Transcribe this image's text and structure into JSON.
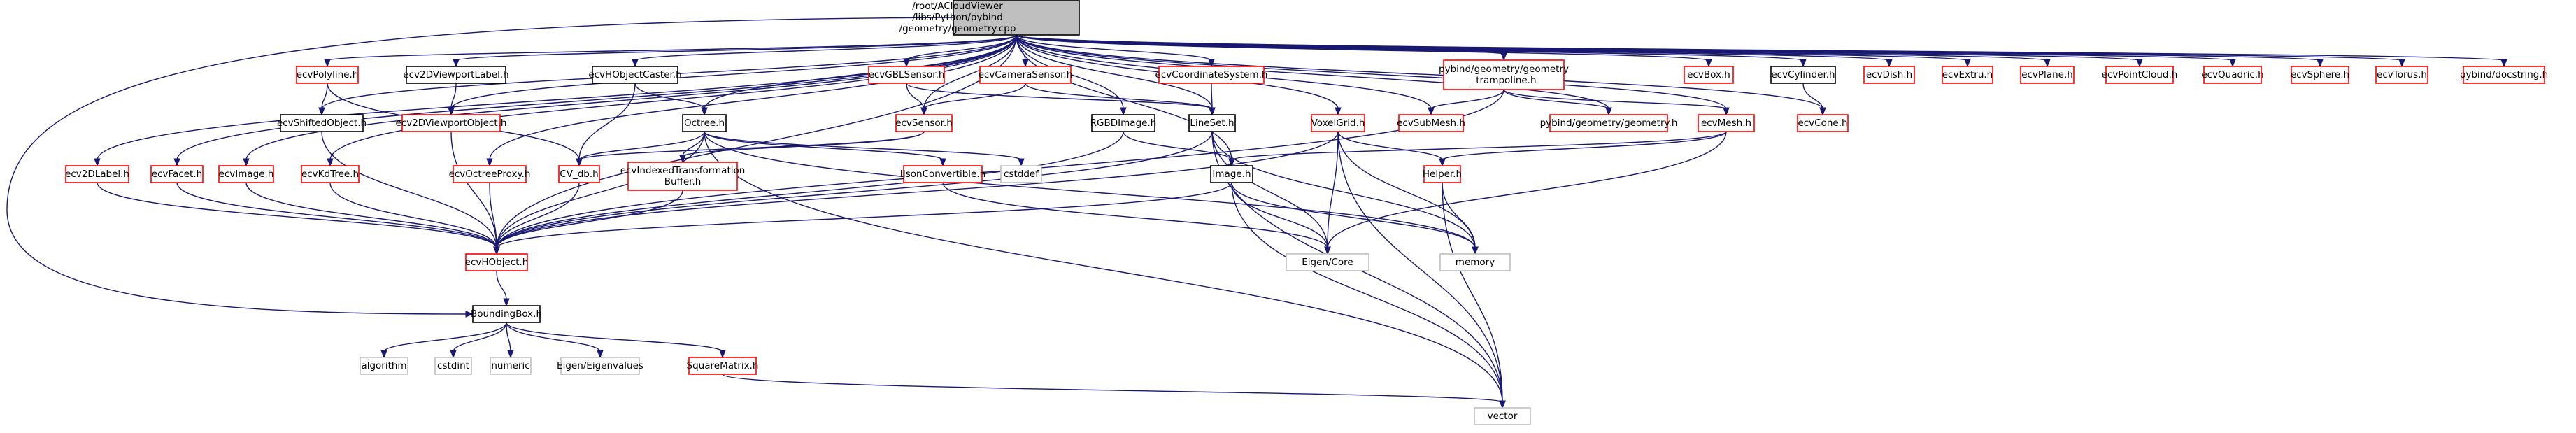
{
  "title": "Include dependency graph for geometry.cpp",
  "legend": {
    "root_fill": "#bfbfbf",
    "documented_border": "#000000",
    "undocumented_border": "#ff0000",
    "system_border": "#bfbfbf",
    "edge_color": "#191970"
  },
  "nodes": [
    {
      "id": "root",
      "label": [
        "/root/ACloudViewer",
        "/libs/Python/pybind",
        "/geometry/geometry.cpp"
      ],
      "kind": "root"
    },
    {
      "id": "ecvPolyline",
      "label": [
        "ecvPolyline.h"
      ],
      "kind": "red"
    },
    {
      "id": "ecv2DViewportLabel",
      "label": [
        "ecv2DViewportLabel.h"
      ],
      "kind": "black"
    },
    {
      "id": "ecvHObjectCaster",
      "label": [
        "ecvHObjectCaster.h"
      ],
      "kind": "black"
    },
    {
      "id": "ecvGBLSensor",
      "label": [
        "ecvGBLSensor.h"
      ],
      "kind": "red"
    },
    {
      "id": "ecvCameraSensor",
      "label": [
        "ecvCameraSensor.h"
      ],
      "kind": "red"
    },
    {
      "id": "ecvCoordinateSystem",
      "label": [
        "ecvCoordinateSystem.h"
      ],
      "kind": "red"
    },
    {
      "id": "trampoline",
      "label": [
        "pybind/geometry/geometry",
        "_trampoline.h"
      ],
      "kind": "red"
    },
    {
      "id": "ecvBox",
      "label": [
        "ecvBox.h"
      ],
      "kind": "red"
    },
    {
      "id": "ecvCylinder",
      "label": [
        "ecvCylinder.h"
      ],
      "kind": "black"
    },
    {
      "id": "ecvDish",
      "label": [
        "ecvDish.h"
      ],
      "kind": "red"
    },
    {
      "id": "ecvExtru",
      "label": [
        "ecvExtru.h"
      ],
      "kind": "red"
    },
    {
      "id": "ecvPlane",
      "label": [
        "ecvPlane.h"
      ],
      "kind": "red"
    },
    {
      "id": "ecvPointCloud",
      "label": [
        "ecvPointCloud.h"
      ],
      "kind": "red"
    },
    {
      "id": "ecvQuadric",
      "label": [
        "ecvQuadric.h"
      ],
      "kind": "red"
    },
    {
      "id": "ecvSphere",
      "label": [
        "ecvSphere.h"
      ],
      "kind": "red"
    },
    {
      "id": "ecvTorus",
      "label": [
        "ecvTorus.h"
      ],
      "kind": "red"
    },
    {
      "id": "docstring",
      "label": [
        "pybind/docstring.h"
      ],
      "kind": "red"
    },
    {
      "id": "ecvShiftedObject",
      "label": [
        "ecvShiftedObject.h"
      ],
      "kind": "black"
    },
    {
      "id": "ecv2DViewportObject",
      "label": [
        "ecv2DViewportObject.h"
      ],
      "kind": "red"
    },
    {
      "id": "Octree",
      "label": [
        "Octree.h"
      ],
      "kind": "black"
    },
    {
      "id": "ecvSensor",
      "label": [
        "ecvSensor.h"
      ],
      "kind": "red"
    },
    {
      "id": "RGBDImage",
      "label": [
        "RGBDImage.h"
      ],
      "kind": "black"
    },
    {
      "id": "LineSet",
      "label": [
        "LineSet.h"
      ],
      "kind": "black"
    },
    {
      "id": "VoxelGrid",
      "label": [
        "VoxelGrid.h"
      ],
      "kind": "red"
    },
    {
      "id": "ecvSubMesh",
      "label": [
        "ecvSubMesh.h"
      ],
      "kind": "red"
    },
    {
      "id": "pybindGeometry",
      "label": [
        "pybind/geometry/geometry.h"
      ],
      "kind": "red"
    },
    {
      "id": "ecvMesh",
      "label": [
        "ecvMesh.h"
      ],
      "kind": "red"
    },
    {
      "id": "ecvCone",
      "label": [
        "ecvCone.h"
      ],
      "kind": "red"
    },
    {
      "id": "ecv2DLabel",
      "label": [
        "ecv2DLabel.h"
      ],
      "kind": "red"
    },
    {
      "id": "ecvFacet",
      "label": [
        "ecvFacet.h"
      ],
      "kind": "red"
    },
    {
      "id": "ecvImage",
      "label": [
        "ecvImage.h"
      ],
      "kind": "red"
    },
    {
      "id": "ecvKdTree",
      "label": [
        "ecvKdTree.h"
      ],
      "kind": "red"
    },
    {
      "id": "ecvOctreeProxy",
      "label": [
        "ecvOctreeProxy.h"
      ],
      "kind": "red"
    },
    {
      "id": "CV_db",
      "label": [
        "CV_db.h"
      ],
      "kind": "red"
    },
    {
      "id": "ecvIndexedTransformationBuffer",
      "label": [
        "ecvIndexedTransformation",
        "Buffer.h"
      ],
      "kind": "red"
    },
    {
      "id": "IJsonConvertible",
      "label": [
        "IJsonConvertible.h"
      ],
      "kind": "red"
    },
    {
      "id": "cstddef",
      "label": [
        "cstddef"
      ],
      "kind": "gray"
    },
    {
      "id": "Image",
      "label": [
        "Image.h"
      ],
      "kind": "black"
    },
    {
      "id": "Helper",
      "label": [
        "Helper.h"
      ],
      "kind": "red"
    },
    {
      "id": "ecvHObject",
      "label": [
        "ecvHObject.h"
      ],
      "kind": "red"
    },
    {
      "id": "EigenCore",
      "label": [
        "Eigen/Core"
      ],
      "kind": "gray"
    },
    {
      "id": "memory",
      "label": [
        "memory"
      ],
      "kind": "gray"
    },
    {
      "id": "BoundingBox",
      "label": [
        "BoundingBox.h"
      ],
      "kind": "black"
    },
    {
      "id": "algorithm",
      "label": [
        "algorithm"
      ],
      "kind": "gray"
    },
    {
      "id": "cstdint",
      "label": [
        "cstdint"
      ],
      "kind": "gray"
    },
    {
      "id": "numeric",
      "label": [
        "numeric"
      ],
      "kind": "gray"
    },
    {
      "id": "EigenEigenvalues",
      "label": [
        "Eigen/Eigenvalues"
      ],
      "kind": "gray"
    },
    {
      "id": "SquareMatrix",
      "label": [
        "SquareMatrix.h"
      ],
      "kind": "red"
    },
    {
      "id": "vector",
      "label": [
        "vector"
      ],
      "kind": "gray"
    }
  ],
  "edges": [
    [
      "root",
      "ecvPolyline"
    ],
    [
      "root",
      "ecv2DViewportLabel"
    ],
    [
      "root",
      "ecvHObjectCaster"
    ],
    [
      "root",
      "ecvGBLSensor"
    ],
    [
      "root",
      "ecvCameraSensor"
    ],
    [
      "root",
      "ecvCoordinateSystem"
    ],
    [
      "root",
      "trampoline"
    ],
    [
      "root",
      "ecvBox"
    ],
    [
      "root",
      "ecvCylinder"
    ],
    [
      "root",
      "ecvDish"
    ],
    [
      "root",
      "ecvExtru"
    ],
    [
      "root",
      "ecvPlane"
    ],
    [
      "root",
      "ecvPointCloud"
    ],
    [
      "root",
      "ecvQuadric"
    ],
    [
      "root",
      "ecvSphere"
    ],
    [
      "root",
      "ecvTorus"
    ],
    [
      "root",
      "docstring"
    ],
    [
      "root",
      "ecvShiftedObject"
    ],
    [
      "root",
      "ecv2DViewportObject"
    ],
    [
      "root",
      "Octree"
    ],
    [
      "root",
      "ecvSensor"
    ],
    [
      "root",
      "RGBDImage"
    ],
    [
      "root",
      "LineSet"
    ],
    [
      "root",
      "VoxelGrid"
    ],
    [
      "root",
      "ecvSubMesh"
    ],
    [
      "root",
      "pybindGeometry"
    ],
    [
      "root",
      "ecvMesh"
    ],
    [
      "root",
      "ecvCone"
    ],
    [
      "root",
      "ecv2DLabel"
    ],
    [
      "root",
      "ecvFacet"
    ],
    [
      "root",
      "ecvImage"
    ],
    [
      "root",
      "ecvKdTree"
    ],
    [
      "root",
      "ecvOctreeProxy"
    ],
    [
      "root",
      "Image"
    ],
    [
      "root",
      "ecvHObject"
    ],
    [
      "root",
      "BoundingBox"
    ],
    [
      "ecvPolyline",
      "ecvShiftedObject"
    ],
    [
      "ecvPolyline",
      "CV_db"
    ],
    [
      "ecv2DViewportLabel",
      "ecv2DViewportObject"
    ],
    [
      "ecvHObjectCaster",
      "Octree"
    ],
    [
      "ecvHObjectCaster",
      "CV_db"
    ],
    [
      "ecvGBLSensor",
      "ecvSensor"
    ],
    [
      "ecvGBLSensor",
      "LineSet"
    ],
    [
      "ecvCameraSensor",
      "ecvSensor"
    ],
    [
      "ecvCameraSensor",
      "LineSet"
    ],
    [
      "ecvCoordinateSystem",
      "LineSet"
    ],
    [
      "trampoline",
      "ecvSubMesh"
    ],
    [
      "trampoline",
      "pybindGeometry"
    ],
    [
      "trampoline",
      "ecvMesh"
    ],
    [
      "trampoline",
      "ecvHObject"
    ],
    [
      "ecvCylinder",
      "ecvCone"
    ],
    [
      "ecvShiftedObject",
      "ecvHObject"
    ],
    [
      "ecv2DViewportObject",
      "ecvHObject"
    ],
    [
      "Octree",
      "CV_db"
    ],
    [
      "Octree",
      "ecvHObject"
    ],
    [
      "Octree",
      "IJsonConvertible"
    ],
    [
      "Octree",
      "cstddef"
    ],
    [
      "Octree",
      "memory"
    ],
    [
      "Octree",
      "vector"
    ],
    [
      "Octree",
      "ecvIndexedTransformationBuffer"
    ],
    [
      "ecvSensor",
      "ecvIndexedTransformationBuffer"
    ],
    [
      "ecvSensor",
      "CV_db"
    ],
    [
      "RGBDImage",
      "Image"
    ],
    [
      "RGBDImage",
      "ecvHObject"
    ],
    [
      "LineSet",
      "ecvHObject"
    ],
    [
      "LineSet",
      "EigenCore"
    ],
    [
      "LineSet",
      "memory"
    ],
    [
      "LineSet",
      "vector"
    ],
    [
      "VoxelGrid",
      "ecvHObject"
    ],
    [
      "VoxelGrid",
      "EigenCore"
    ],
    [
      "VoxelGrid",
      "memory"
    ],
    [
      "VoxelGrid",
      "vector"
    ],
    [
      "VoxelGrid",
      "Helper"
    ],
    [
      "ecvMesh",
      "Image"
    ],
    [
      "ecvMesh",
      "Helper"
    ],
    [
      "ecvMesh",
      "EigenCore"
    ],
    [
      "ecv2DLabel",
      "ecvHObject"
    ],
    [
      "ecvFacet",
      "ecvHObject"
    ],
    [
      "ecvImage",
      "ecvHObject"
    ],
    [
      "ecvKdTree",
      "ecvHObject"
    ],
    [
      "ecvOctreeProxy",
      "ecvHObject"
    ],
    [
      "CV_db",
      "ecvHObject"
    ],
    [
      "ecvIndexedTransformationBuffer",
      "ecvHObject"
    ],
    [
      "IJsonConvertible",
      "EigenCore"
    ],
    [
      "Image",
      "ecvHObject"
    ],
    [
      "Image",
      "EigenCore"
    ],
    [
      "Image",
      "memory"
    ],
    [
      "Image",
      "vector"
    ],
    [
      "Helper",
      "memory"
    ],
    [
      "Helper",
      "vector"
    ],
    [
      "ecvHObject",
      "BoundingBox"
    ],
    [
      "BoundingBox",
      "algorithm"
    ],
    [
      "BoundingBox",
      "cstdint"
    ],
    [
      "BoundingBox",
      "numeric"
    ],
    [
      "BoundingBox",
      "EigenEigenvalues"
    ],
    [
      "BoundingBox",
      "SquareMatrix"
    ],
    [
      "SquareMatrix",
      "vector"
    ]
  ]
}
